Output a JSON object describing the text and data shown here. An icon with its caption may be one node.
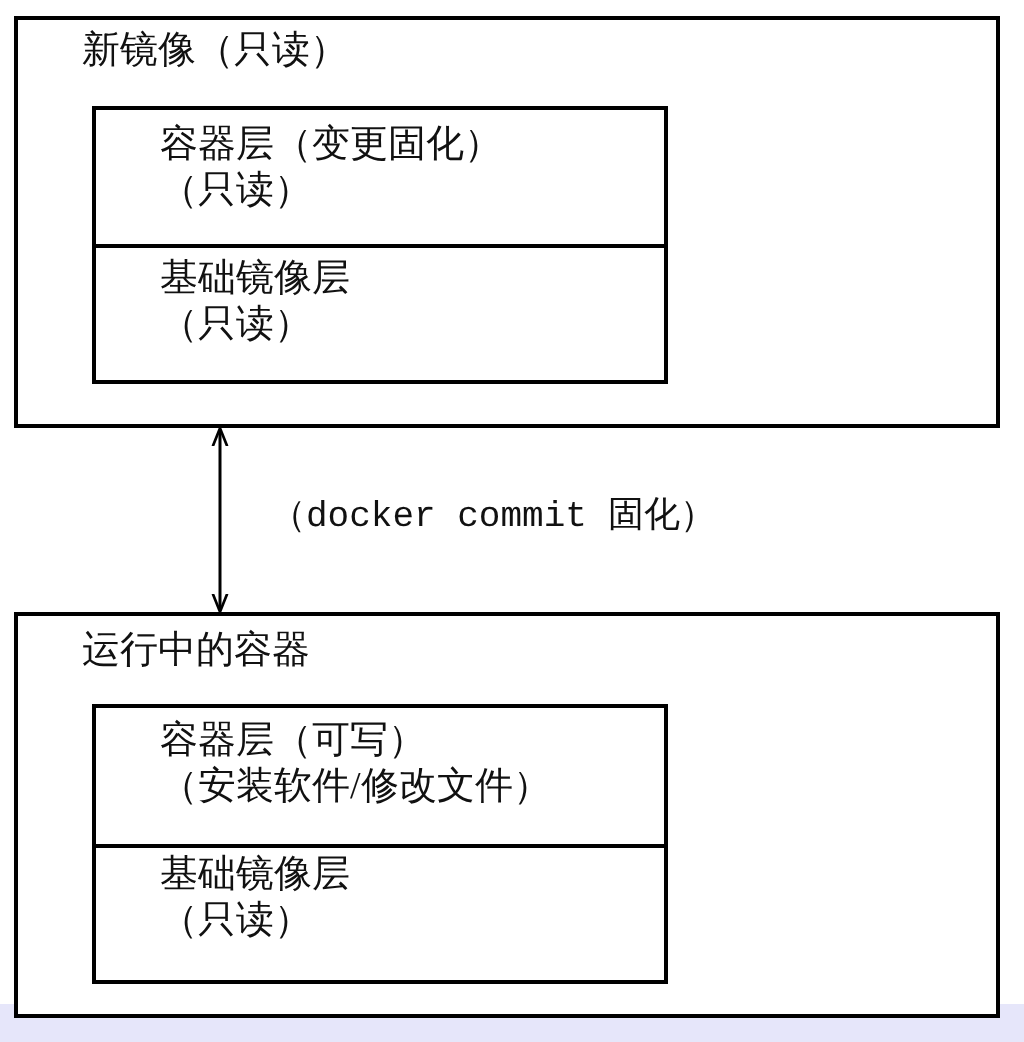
{
  "diagram": {
    "nodes": [
      {
        "text": [
          "新镜像（只读）"
        ]
      },
      {
        "text": [
          "容器层（变更固化）",
          "（只读）"
        ],
        "in": 0
      },
      {
        "text": [
          "基础镜像层",
          "（只读）"
        ],
        "in": 0
      },
      {
        "text": [
          "运行中的容器"
        ]
      },
      {
        "text": [
          "容器层（可写）",
          "（安装软件/修改文件）"
        ],
        "in": 3
      },
      {
        "text": [
          "基础镜像层",
          "（只读）"
        ],
        "in": 3
      }
    ],
    "edges": [
      {
        "from": 0,
        "to": 3,
        "arrow": "both",
        "label": "（docker commit 固化）"
      }
    ]
  }
}
